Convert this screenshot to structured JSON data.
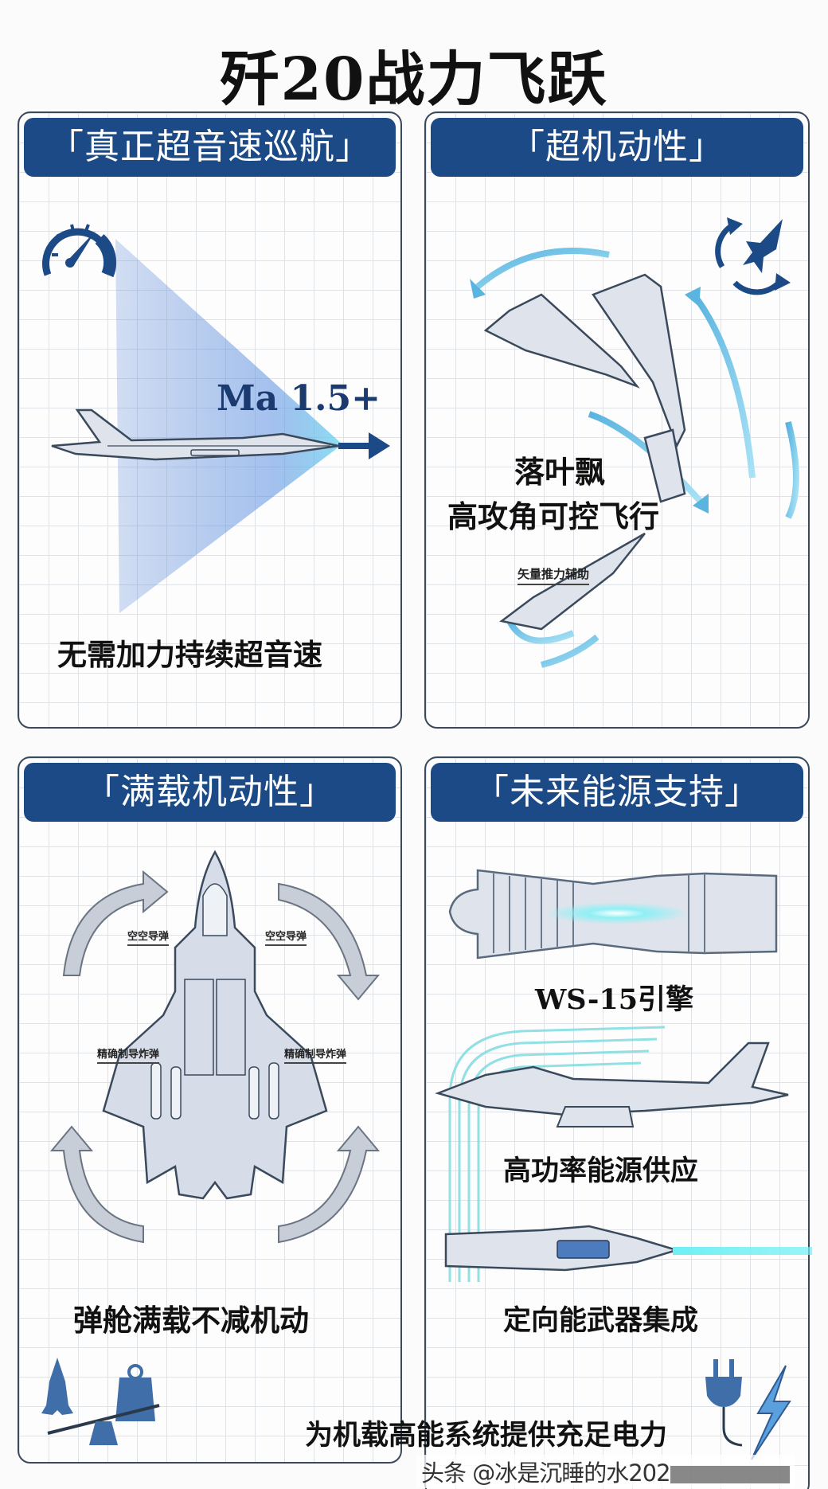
{
  "title": "歼20战力飞跃",
  "accent_color": "#1b4a86",
  "panels": {
    "supercruise": {
      "header": "「真正超音速巡航」",
      "speed_label": "Ma 1.5+",
      "caption": "无需加力持续超音速",
      "icons": [
        "speedometer-icon",
        "jet-side-view",
        "forward-arrow-icon"
      ]
    },
    "supermaneuver": {
      "header": "「超机动性」",
      "caption_line1": "落叶飘",
      "caption_line2": "高攻角可控飞行",
      "callout": "矢量推力辅助",
      "icons": [
        "rotating-jet-icon",
        "maneuver-arrows"
      ]
    },
    "loaded_maneuver": {
      "header": "「满载机动性」",
      "callouts": {
        "aam_left": "空空导弹",
        "aam_right": "空空导弹",
        "pgm_left": "精确制导炸弹",
        "pgm_right": "精确制导炸弹"
      },
      "caption": "弹舱满载不减机动",
      "icons": [
        "jet-top-view",
        "circular-arrows",
        "balance-scale-icon"
      ]
    },
    "future_energy": {
      "header": "「未来能源支持」",
      "engine_caption": "WS-15引擎",
      "power_caption": "高功率能源供应",
      "weapon_caption": "定向能武器集成",
      "icons": [
        "engine-cutaway",
        "jet-side-view",
        "laser-jet",
        "plug-lightning-icon"
      ]
    }
  },
  "footer_caption": "为机载高能系统提供充足电力",
  "watermark": "头条 @冰是沉睡的水202"
}
